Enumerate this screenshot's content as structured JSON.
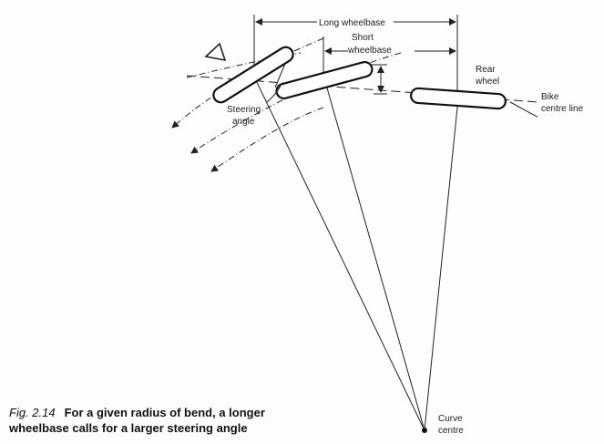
{
  "labels": {
    "long_wheelbase": "Long wheelbase",
    "short_wheelbase_line1": "Short",
    "short_wheelbase_line2": "wheelbase",
    "rear_wheel_line1": "Rear",
    "rear_wheel_line2": "wheel",
    "bike_centre_line1": "Bike",
    "bike_centre_line2": "centre line",
    "steering_angle_line1": "Steering",
    "steering_angle_line2": "angle",
    "curve_centre_line1": "Curve",
    "curve_centre_line2": "centre"
  },
  "caption": {
    "fig_label": "Fig. 2.14",
    "text_line1": "For a given radius of bend, a longer",
    "text_line2": "wheelbase calls for a larger steering angle"
  }
}
